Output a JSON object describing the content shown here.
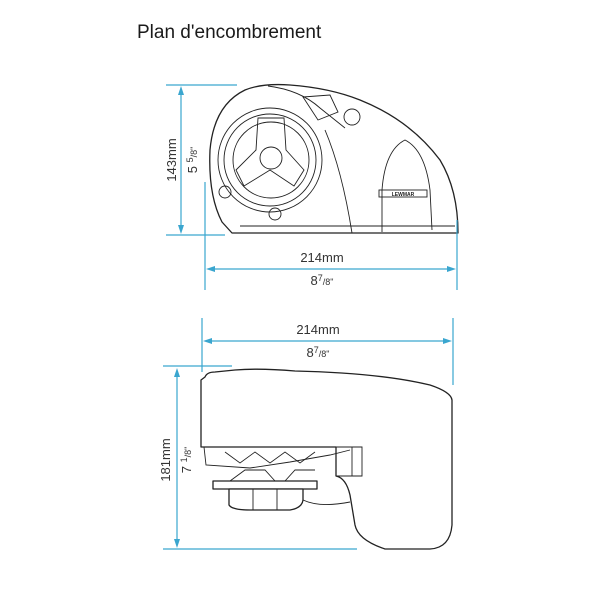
{
  "title": "Plan d'encombrement",
  "brand_logo": "LEWMAR",
  "colors": {
    "dimension_line": "#3aa6cf",
    "outline": "#222222"
  },
  "front_view": {
    "height_mm": "143mm",
    "height_in_whole": "5",
    "height_in_num": "5",
    "height_in_den": "/8\"",
    "width_mm": "214mm",
    "width_in_whole": "8",
    "width_in_num": "7",
    "width_in_den": "/8\""
  },
  "side_view": {
    "width_mm": "214mm",
    "width_in_whole": "8",
    "width_in_num": "7",
    "width_in_den": "/8\"",
    "height_mm": "181mm",
    "height_in_whole": "7",
    "height_in_num": "1",
    "height_in_den": "/8\""
  }
}
